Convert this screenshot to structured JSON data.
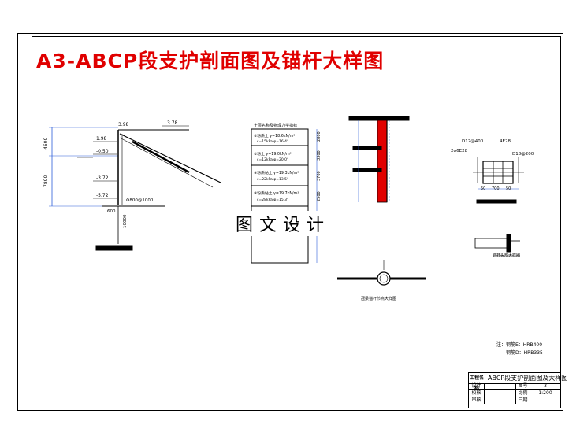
{
  "title": "A3-ABCP段支护剖面图及锚杆大样图",
  "watermark": "图文设计",
  "section": {
    "top_elev": "3.98",
    "right_elev": "3.78",
    "left_dim_top": "4600",
    "left_dim_bottom": "7800",
    "elev_1": "1.98",
    "elev_2": "-0.50",
    "elev_3": "-3.72",
    "elev_4": "-5.72",
    "pile_label": "Φ800@1000",
    "bottom_dim": "600",
    "pile_depth": "10000"
  },
  "soil_column": {
    "header": "土层名称及物理力学指标",
    "dims": [
      "2800",
      "3300",
      "3700",
      "2500"
    ],
    "layers": [
      {
        "line1": "①粉质土 γ=18.6kN/m³",
        "line2": "c=15kPa φ=16.4°"
      },
      {
        "line1": "②粉土 γ=19.0kN/m³",
        "line2": "c=12kPa φ=20.0°"
      },
      {
        "line1": "③粉质黏土 γ=19.3kN/m³",
        "line2": "c=22kPa φ=13.5°"
      },
      {
        "line1": "④粉质黏土 γ=19.7kN/m³",
        "line2": "c=28kPa φ=15.3°"
      }
    ]
  },
  "beam_detail": {
    "label_1": "D12@400",
    "label_2": "4E28",
    "label_3": "2φ6E28",
    "label_4": "D18@200",
    "dim_a": "50",
    "dim_b": "700",
    "dim_c": "50"
  },
  "small_detail_label": "锚杆头部大样图",
  "pile_section_label": "冠梁锚杆节点大样图",
  "notes": {
    "line1": "注：钢筋E：HRB400",
    "line2": "钢筋D：HRB335"
  },
  "title_block": {
    "label_design": "工程名称",
    "drawing_name": "ABCP段支护剖面图及大样图",
    "row1": [
      "设计",
      "",
      "图号",
      "3"
    ],
    "row2": [
      "校核",
      "",
      "比例",
      "1:200"
    ],
    "row3": [
      "审核",
      "",
      "日期",
      ""
    ]
  },
  "colors": {
    "title": "#e00000",
    "accent_red": "#e00000",
    "dim_blue": "#2a5cd8"
  }
}
